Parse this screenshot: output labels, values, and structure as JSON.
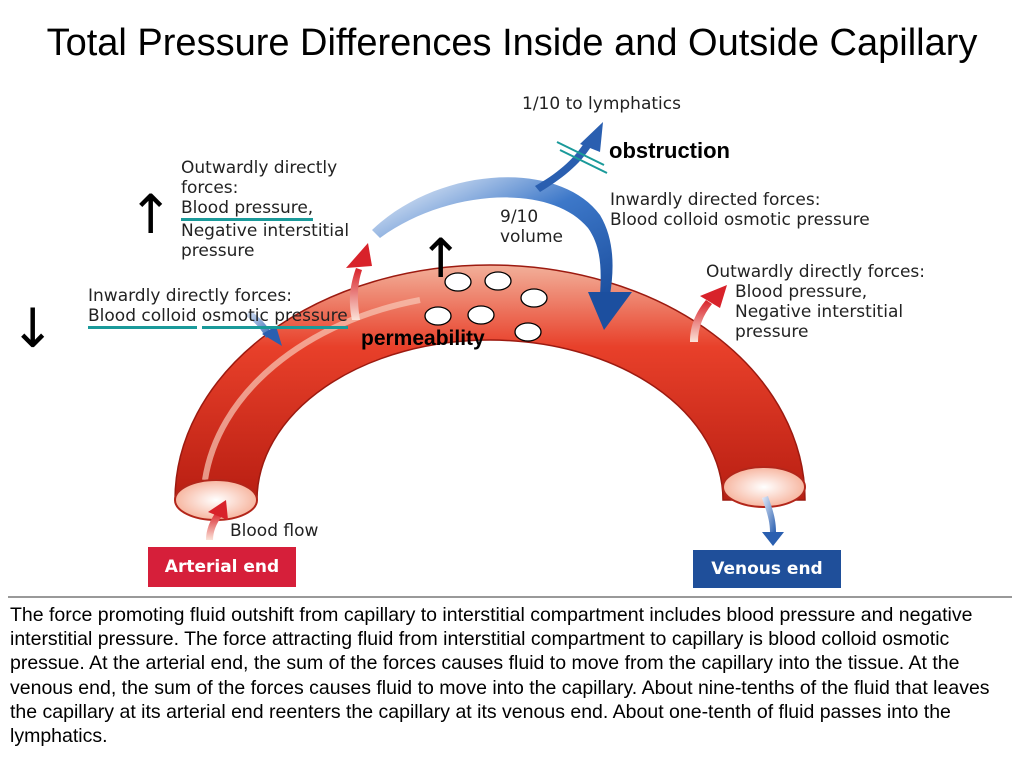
{
  "title": "Total Pressure Differences Inside and Outside Capillary",
  "labels": {
    "lymphatics": "1/10 to lymphatics",
    "obstruction": "obstruction",
    "volume_line1": "9/10",
    "volume_line2": "volume",
    "outward_top_line1": "Outwardly directly",
    "outward_top_line2": "forces:",
    "outward_top_line3": "Blood pressure,",
    "outward_top_line4": "Negative interstitial",
    "outward_top_line5": "pressure",
    "inward_right_line1": "Inwardly directed forces:",
    "inward_right_line2": "Blood colloid osmotic pressure",
    "inward_left_line1": "Inwardly directly forces:",
    "inward_left_line2": "Blood colloid",
    "inward_left_line3": "osmotic pressure",
    "outward_right_line1": "Outwardly directly forces:",
    "outward_right_line2": "Blood pressure,",
    "outward_right_line3": "Negative interstitial",
    "outward_right_line4": "pressure",
    "permeability": "permeability",
    "blood_flow": "Blood flow",
    "arterial_end": "Arterial end",
    "venous_end": "Venous end"
  },
  "arrows": {
    "up_left": "↑",
    "down_left": "↓",
    "up_center": "↑"
  },
  "colors": {
    "capillary_red": "#e8402a",
    "arterial_box": "#d61f3a",
    "venous_box": "#1f4f9a",
    "teal_underline": "#1a9a9a",
    "lymph_arrow": "#2a5fb0"
  },
  "description": "The force promoting fluid outshift from capillary to interstitial compartment includes blood pressure and negative interstitial pressure. The force attracting fluid from interstitial compartment to capillary is blood colloid osmotic pressue. At the arterial end, the sum of the forces causes fluid to move from the capillary into the tissue. At the venous end, the sum of the forces causes fluid to move into the capillary. About nine-tenths of the fluid that leaves the capillary at its arterial end reenters the capillary at its venous end. About one-tenth of fluid passes into the lymphatics."
}
